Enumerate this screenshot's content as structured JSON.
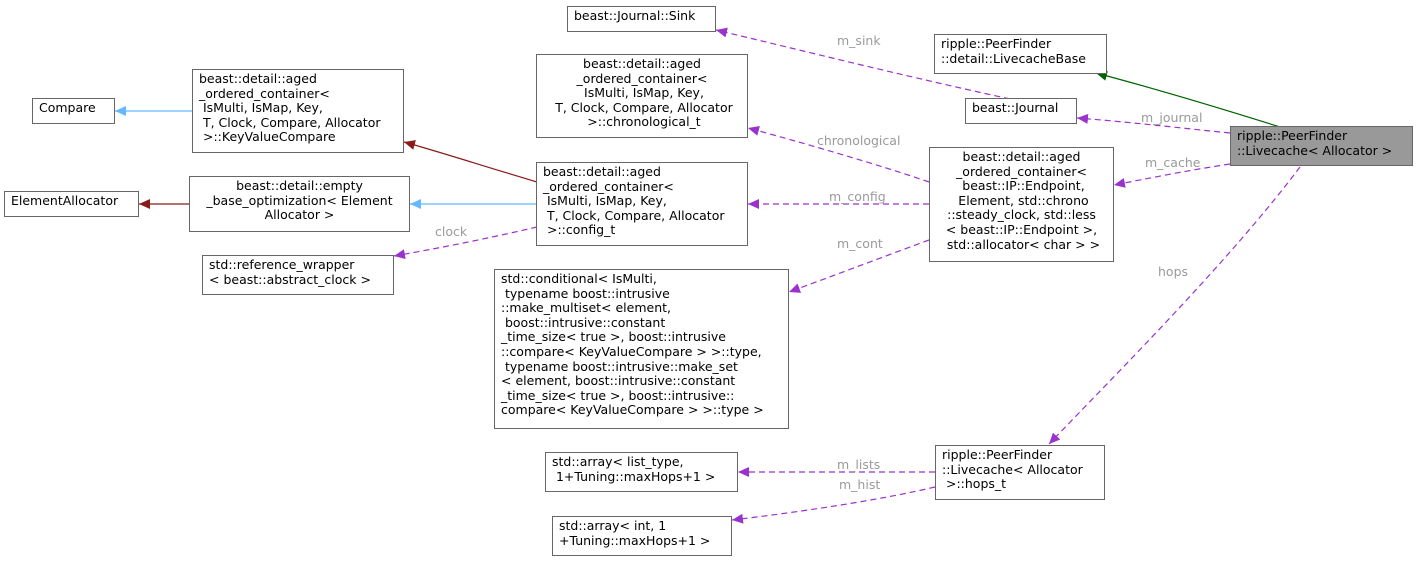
{
  "colors": {
    "inherit_public": "#63b8ff",
    "inherit_protected": "#8b1a1a",
    "inherit_base": "#006400",
    "usage": "#9a32cd",
    "focus_fill": "#999999",
    "edge_label": "#9a9a9a"
  },
  "nodes": {
    "livecache": "ripple::PeerFinder\n::Livecache< Allocator >",
    "livecache_base": "ripple::PeerFinder\n::detail::LivecacheBase",
    "journal": "beast::Journal",
    "journal_sink": "beast::Journal::Sink",
    "chrono_t": "beast::detail::aged\n_ordered_container<\n IsMulti, IsMap, Key,\n T, Clock, Compare, Allocator\n >::chronological_t",
    "aged_container": "beast::detail::aged\n_ordered_container<\n beast::IP::Endpoint,\n Element, std::chrono\n::steady_clock, std::less\n< beast::IP::Endpoint >,\n std::allocator< char > >",
    "config_t": "beast::detail::aged\n_ordered_container<\n IsMulti, IsMap, Key,\n T, Clock, Compare, Allocator\n >::config_t",
    "key_value_compare": "beast::detail::aged\n_ordered_container<\n IsMulti, IsMap, Key,\n T, Clock, Compare, Allocator\n >::KeyValueCompare",
    "compare": "Compare",
    "empty_base": "beast::detail::empty\n_base_optimization< Element\nAllocator >",
    "element_allocator": "ElementAllocator",
    "reference_wrapper": "std::reference_wrapper\n< beast::abstract_clock >",
    "conditional": "std::conditional< IsMulti,\n typename boost::intrusive\n::make_multiset< element,\n boost::intrusive::constant\n_time_size< true >, boost::intrusive\n::compare< KeyValueCompare > >::type,\n typename boost::intrusive::make_set\n< element, boost::intrusive::constant\n_time_size< true >, boost::intrusive::\ncompare< KeyValueCompare > >::type >",
    "hops_t": "ripple::PeerFinder\n::Livecache< Allocator\n >::hops_t",
    "array_lists": "std::array< list_type,\n 1+Tuning::maxHops+1 >",
    "array_hist": "std::array< int, 1\n+Tuning::maxHops+1 >"
  },
  "edge_labels": {
    "m_sink": "m_sink",
    "m_journal": "m_journal",
    "m_cache": "m_cache",
    "chronological": "chronological",
    "m_config": "m_config",
    "clock": "clock",
    "m_cont": "m_cont",
    "hops": "hops",
    "m_lists": "m_lists",
    "m_hist": "m_hist"
  }
}
